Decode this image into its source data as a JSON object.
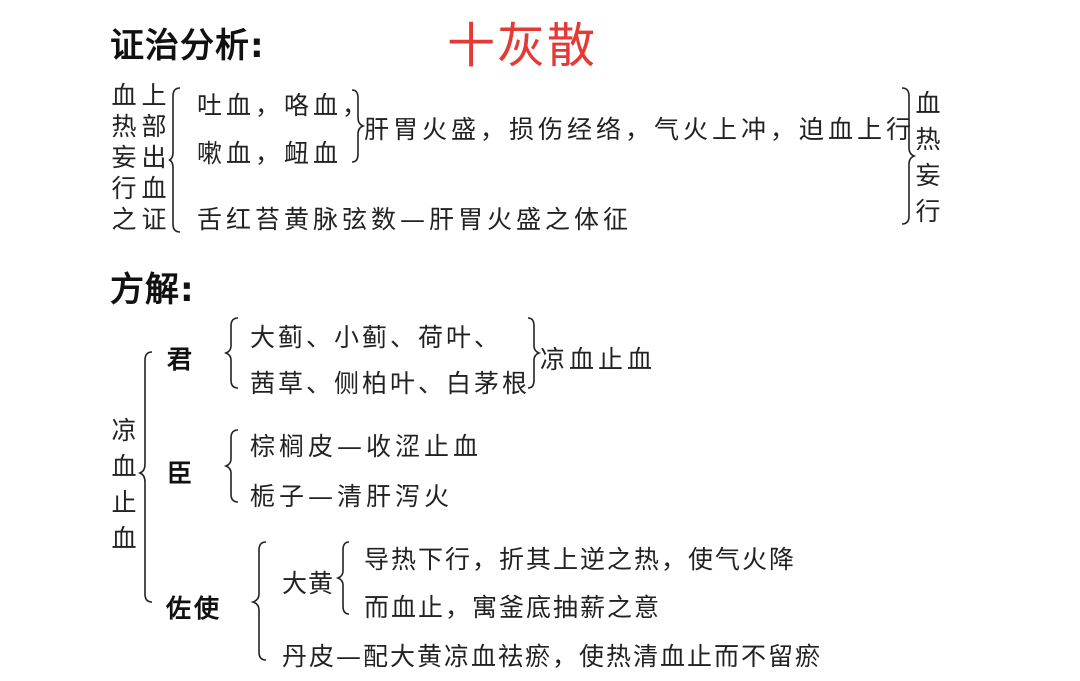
{
  "section1": {
    "heading": "证治分析:",
    "formula_title": "十灰散",
    "title_color": "#e53935",
    "left_label_col1": [
      "血",
      "热",
      "妄",
      "行",
      "之"
    ],
    "left_label_col2": [
      "上",
      "部",
      "出",
      "血",
      "证"
    ],
    "symptoms_line1": "吐血，咯血，",
    "symptoms_line2": "嗽血，衄血",
    "mechanism": "肝胃火盛，损伤经络，气火上冲，迫血上行",
    "tongue_pulse": "舌红苔黄脉弦数—肝胃火盛之体征",
    "conclusion": [
      "血",
      "热",
      "妄",
      "行"
    ]
  },
  "section2": {
    "heading": "方解:",
    "root_label": [
      "凉",
      "血",
      "止",
      "血"
    ],
    "jun": {
      "role": "君",
      "herbs_line1": "大蓟、小蓟、荷叶、",
      "herbs_line2": "茜草、侧柏叶、白茅根",
      "effect": "凉血止血"
    },
    "chen": {
      "role": "臣",
      "line1": "棕榈皮—收涩止血",
      "line2": "栀子—清肝泻火"
    },
    "zuoshi": {
      "role": "佐使",
      "dahuang_label": "大黄",
      "dahuang_line1": "导热下行，折其上逆之热，使气火降",
      "dahuang_line2": "而血止，寓釜底抽薪之意",
      "danpi_line": "丹皮—配大黄凉血祛瘀，使热清血止而不留瘀"
    }
  }
}
